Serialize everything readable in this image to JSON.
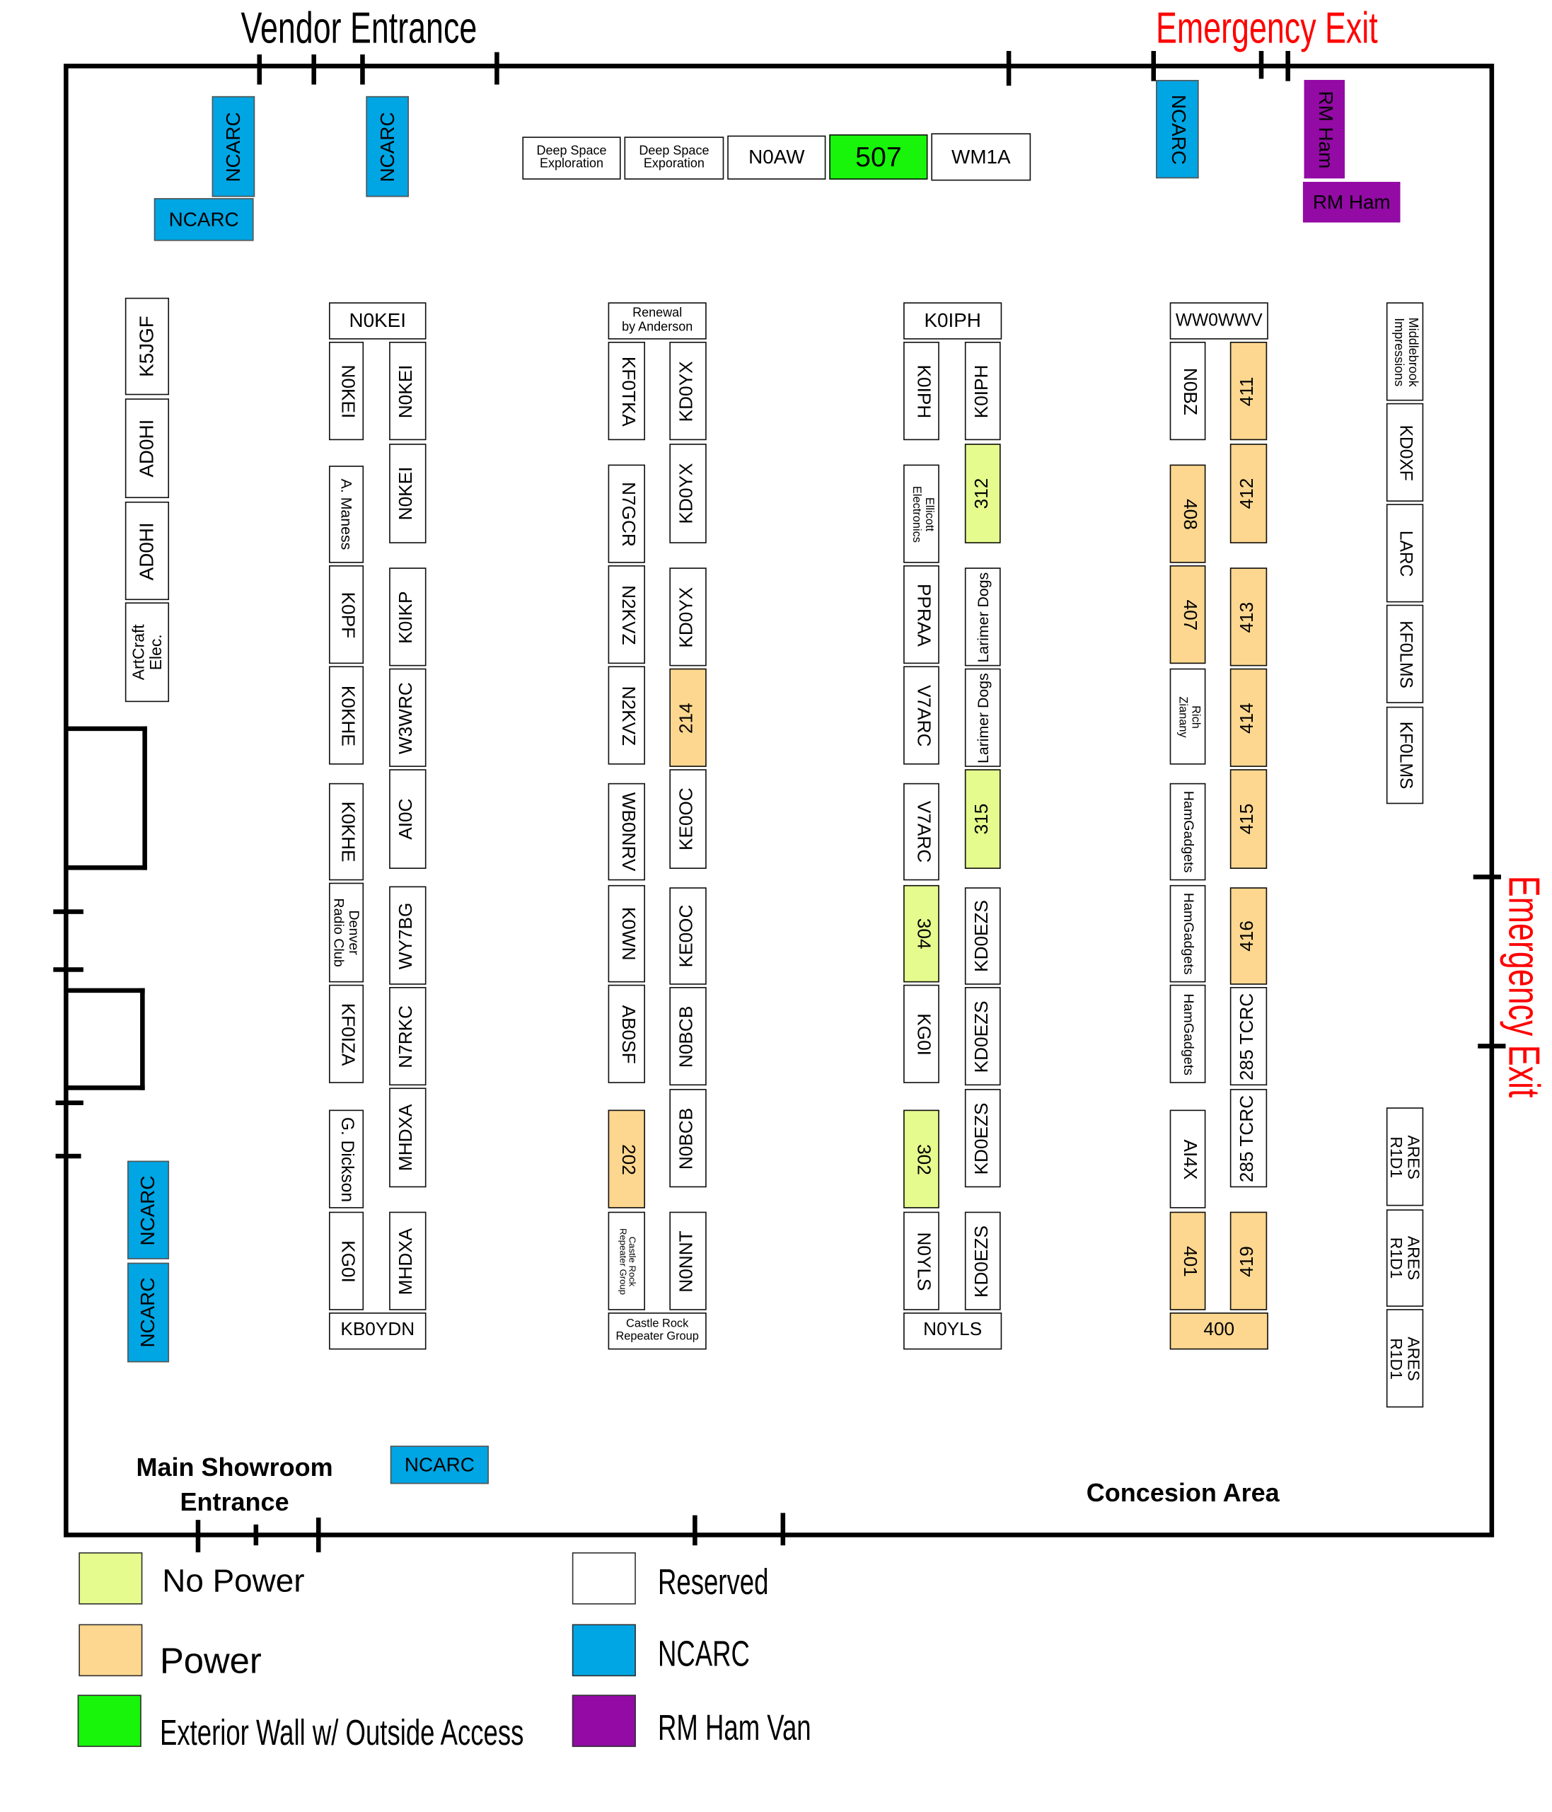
{
  "labels": {
    "vendor_entrance": "Vendor Entrance",
    "emergency_exit_top": "Emergency Exit",
    "emergency_exit_right": "Emergency Exit",
    "main_entrance": "Main Showroom\nEntrance",
    "concession_area": "Concesion Area"
  },
  "legend": [
    {
      "label": "No Power",
      "color": "#e5fb8e"
    },
    {
      "label": "Power",
      "color": "#fdd78f"
    },
    {
      "label": "Exterior Wall w/ Outside Access",
      "color": "#18f50a"
    },
    {
      "label": "Reserved",
      "color": "#ffffff"
    },
    {
      "label": "NCARC",
      "color": "#00a5e3"
    },
    {
      "label": "RM Ham Van",
      "color": "#930aa5"
    }
  ],
  "booths": [
    {
      "label": "NCARC",
      "type": "ncarc"
    },
    {
      "label": "NCARC",
      "type": "ncarc"
    },
    {
      "label": "NCARC",
      "type": "ncarc"
    },
    {
      "label": "NCARC",
      "type": "ncarc"
    },
    {
      "label": "RM Ham",
      "type": "rm_ham"
    },
    {
      "label": "RM Ham",
      "type": "rm_ham"
    },
    {
      "label": "Deep Space\nExploration",
      "type": "reserved"
    },
    {
      "label": "Deep Space\nExporation",
      "type": "reserved"
    },
    {
      "label": "N0AW",
      "type": "reserved"
    },
    {
      "label": "507",
      "type": "exterior"
    },
    {
      "label": "WM1A",
      "type": "reserved"
    },
    {
      "label": "K5JGF",
      "type": "reserved"
    },
    {
      "label": "AD0HI",
      "type": "reserved"
    },
    {
      "label": "AD0HI",
      "type": "reserved"
    },
    {
      "label": "ArtCraft\nElec.",
      "type": "reserved"
    },
    {
      "label": "NCARC",
      "type": "ncarc"
    },
    {
      "label": "NCARC",
      "type": "ncarc"
    },
    {
      "label": "NCARC",
      "type": "ncarc"
    },
    {
      "label": "N0KEI",
      "type": "reserved"
    },
    {
      "label": "N0KEI",
      "type": "reserved"
    },
    {
      "label": "A. Maness",
      "type": "reserved"
    },
    {
      "label": "K0PF",
      "type": "reserved"
    },
    {
      "label": "K0KHE",
      "type": "reserved"
    },
    {
      "label": "K0KHE",
      "type": "reserved"
    },
    {
      "label": "Denver\nRadio Club",
      "type": "reserved"
    },
    {
      "label": "KF0IZA",
      "type": "reserved"
    },
    {
      "label": "G. Dickson",
      "type": "reserved"
    },
    {
      "label": "KG0I",
      "type": "reserved"
    },
    {
      "label": "N0KEI",
      "type": "reserved"
    },
    {
      "label": "N0KEI",
      "type": "reserved"
    },
    {
      "label": "K0IKP",
      "type": "reserved"
    },
    {
      "label": "W3WRC",
      "type": "reserved"
    },
    {
      "label": "AI0C",
      "type": "reserved"
    },
    {
      "label": "WY7BG",
      "type": "reserved"
    },
    {
      "label": "N7RKC",
      "type": "reserved"
    },
    {
      "label": "MHDXA",
      "type": "reserved"
    },
    {
      "label": "MHDXA",
      "type": "reserved"
    },
    {
      "label": "KB0YDN",
      "type": "reserved"
    },
    {
      "label": "Renewal\nby Anderson",
      "type": "reserved"
    },
    {
      "label": "KF0TKA",
      "type": "reserved"
    },
    {
      "label": "N7GCR",
      "type": "reserved"
    },
    {
      "label": "N2KVZ",
      "type": "reserved"
    },
    {
      "label": "N2KVZ",
      "type": "reserved"
    },
    {
      "label": "WB0NRV",
      "type": "reserved"
    },
    {
      "label": "K0WN",
      "type": "reserved"
    },
    {
      "label": "AB0SF",
      "type": "reserved"
    },
    {
      "label": "202",
      "type": "power"
    },
    {
      "label": "Castle Rock\nRepeater Group",
      "type": "reserved"
    },
    {
      "label": "KD0YX",
      "type": "reserved"
    },
    {
      "label": "KD0YX",
      "type": "reserved"
    },
    {
      "label": "KD0YX",
      "type": "reserved"
    },
    {
      "label": "214",
      "type": "power"
    },
    {
      "label": "KE0OC",
      "type": "reserved"
    },
    {
      "label": "KE0OC",
      "type": "reserved"
    },
    {
      "label": "N0BCB",
      "type": "reserved"
    },
    {
      "label": "N0BCB",
      "type": "reserved"
    },
    {
      "label": "N0NNT",
      "type": "reserved"
    },
    {
      "label": "Castle Rock\nRepeater Group",
      "type": "reserved"
    },
    {
      "label": "K0IPH",
      "type": "reserved"
    },
    {
      "label": "K0IPH",
      "type": "reserved"
    },
    {
      "label": "Ellicott\nElectronics",
      "type": "reserved"
    },
    {
      "label": "PPRAA",
      "type": "reserved"
    },
    {
      "label": "V7ARC",
      "type": "reserved"
    },
    {
      "label": "V7ARC",
      "type": "reserved"
    },
    {
      "label": "304",
      "type": "no_power"
    },
    {
      "label": "KG0I",
      "type": "reserved"
    },
    {
      "label": "302",
      "type": "no_power"
    },
    {
      "label": "N0YLS",
      "type": "reserved"
    },
    {
      "label": "K0IPH",
      "type": "reserved"
    },
    {
      "label": "312",
      "type": "no_power"
    },
    {
      "label": "Larimer Dogs",
      "type": "reserved"
    },
    {
      "label": "Larimer Dogs",
      "type": "reserved"
    },
    {
      "label": "315",
      "type": "no_power"
    },
    {
      "label": "KD0EZS",
      "type": "reserved"
    },
    {
      "label": "KD0EZS",
      "type": "reserved"
    },
    {
      "label": "KD0EZS",
      "type": "reserved"
    },
    {
      "label": "KD0EZS",
      "type": "reserved"
    },
    {
      "label": "N0YLS",
      "type": "reserved"
    },
    {
      "label": "WW0WWV",
      "type": "reserved"
    },
    {
      "label": "N0BZ",
      "type": "reserved"
    },
    {
      "label": "408",
      "type": "power"
    },
    {
      "label": "407",
      "type": "power"
    },
    {
      "label": "Rich\nZianany",
      "type": "reserved"
    },
    {
      "label": "HamGadgets",
      "type": "reserved"
    },
    {
      "label": "HamGadgets",
      "type": "reserved"
    },
    {
      "label": "HamGadgets",
      "type": "reserved"
    },
    {
      "label": "AI4X",
      "type": "reserved"
    },
    {
      "label": "401",
      "type": "power"
    },
    {
      "label": "411",
      "type": "power"
    },
    {
      "label": "412",
      "type": "power"
    },
    {
      "label": "413",
      "type": "power"
    },
    {
      "label": "414",
      "type": "power"
    },
    {
      "label": "415",
      "type": "power"
    },
    {
      "label": "416",
      "type": "power"
    },
    {
      "label": "285 TCRC",
      "type": "reserved"
    },
    {
      "label": "285 TCRC",
      "type": "reserved"
    },
    {
      "label": "419",
      "type": "power"
    },
    {
      "label": "400",
      "type": "power"
    },
    {
      "label": "Middlebrook\nImpressions",
      "type": "reserved"
    },
    {
      "label": "KD0XF",
      "type": "reserved"
    },
    {
      "label": "LARC",
      "type": "reserved"
    },
    {
      "label": "KF0LMS",
      "type": "reserved"
    },
    {
      "label": "KF0LMS",
      "type": "reserved"
    },
    {
      "label": "ARES\nR1D1",
      "type": "reserved"
    },
    {
      "label": "ARES\nR1D1",
      "type": "reserved"
    },
    {
      "label": "ARES\nR1D1",
      "type": "reserved"
    }
  ]
}
